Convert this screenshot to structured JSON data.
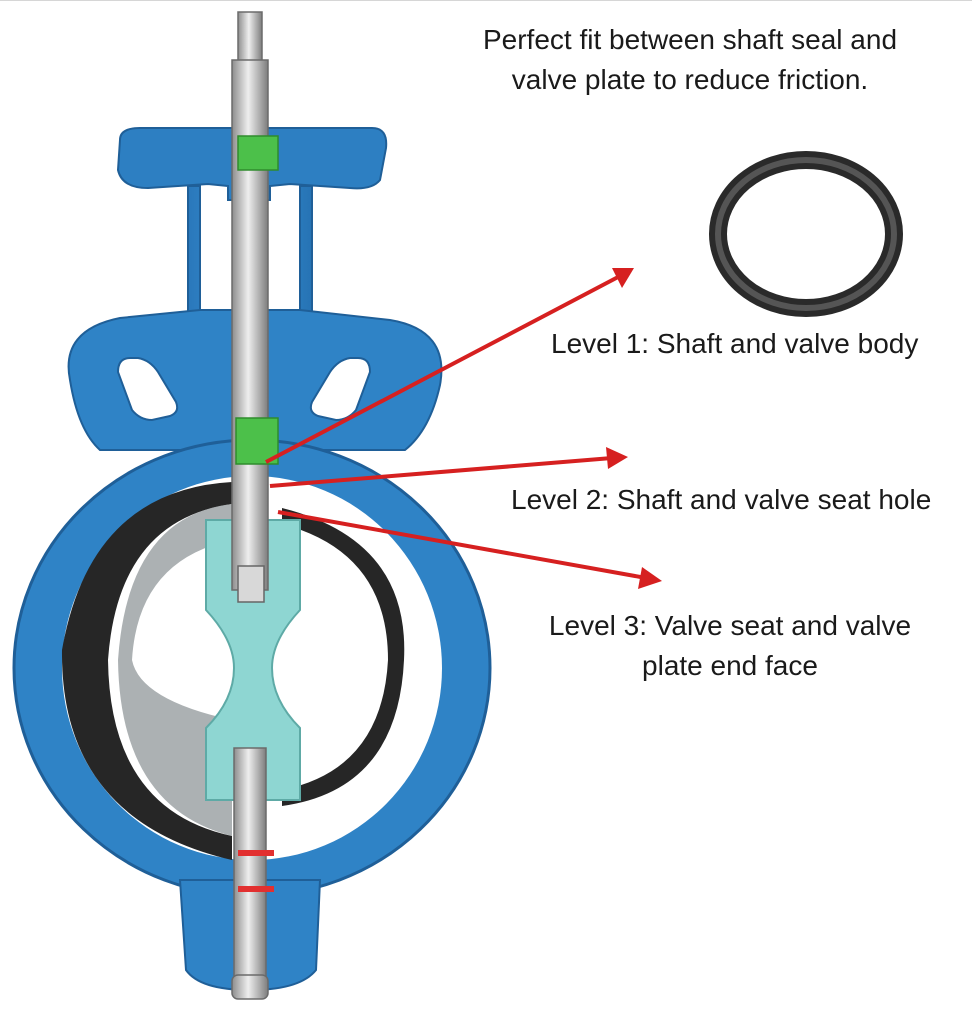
{
  "header": {
    "line1": "Perfect fit between shaft seal and",
    "line2": "valve plate to reduce friction."
  },
  "callouts": {
    "level1": "Level 1: Shaft and valve body",
    "level2": "Level 2: Shaft and valve seat hole",
    "level3_line1": "Level 3: Valve seat and valve",
    "level3_line2": "plate end face"
  },
  "icons": {
    "o_ring": "o-ring-icon",
    "valve": "butterfly-valve-cutaway"
  },
  "colors": {
    "valve_body": "#2f83c6",
    "valve_body_dark": "#1f5f98",
    "seat_rubber": "#2b2b2b",
    "disc": "#8ed6d2",
    "shaft": "#c9c9c9",
    "seal_green": "#4cc04a",
    "arrow": "#d62020",
    "text": "#1a1a1a"
  }
}
